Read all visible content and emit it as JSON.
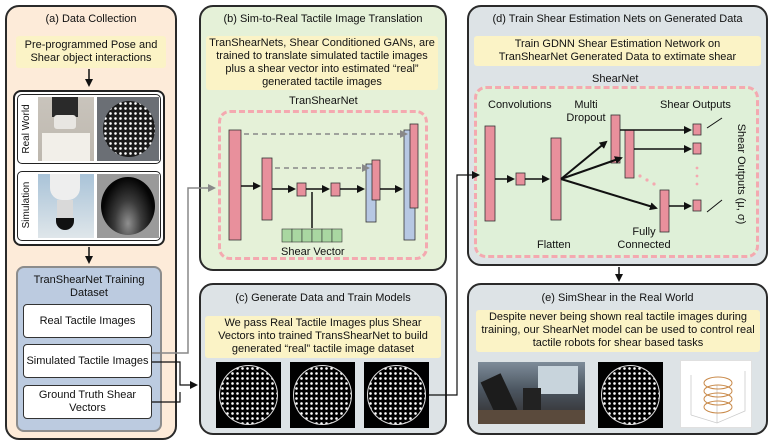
{
  "panel_a": {
    "title": "(a) Data Collection",
    "note": "Pre-programmed Pose and Shear object interactions",
    "real_world_label": "Real World",
    "simulation_label": "Simulation",
    "dataset_title": "TranShearNet Training Dataset",
    "items": [
      "Real Tactile Images",
      "Simulated Tactile Images",
      "Ground Truth Shear Vectors"
    ]
  },
  "panel_b": {
    "title": "(b) Sim-to-Real Tactile Image Translation",
    "note": "TranShearNets, Shear Conditioned GANs, are trained to translate simulated tactile images plus a shear vector into estimated “real” generated tactile images",
    "net_label": "TranShearNet",
    "shear_vector_label": "Shear Vector"
  },
  "panel_c": {
    "title": "(c) Generate Data and Train Models",
    "note": "We pass Real Tactile Images plus Shear Vectors into trained TransShearNet to build generated “real” tactile image dataset"
  },
  "panel_d": {
    "title": "(d) Train Shear Estimation Nets on Generated Data",
    "note": "Train GDNN Shear Estimation Network on TranShearNet Generated Data to extimate shear",
    "net_label": "ShearNet",
    "convolutions": "Convolutions",
    "multi_dropout": "Multi Dropout",
    "shear_outputs": "Shear Outputs",
    "shear_outputs_vertical": "Shear Outputs (μ, σ)",
    "flatten": "Flatten",
    "fully_connected": "Fully Connected"
  },
  "panel_e": {
    "title": "(e) SimShear in the Real World",
    "note": "Despite never being shown real tactile images during training, our ShearNet model can be used to control real tactile robots for shear based tasks"
  },
  "colors": {
    "panel_a_bg": "#fdebd9",
    "panel_b_bg": "#e5f1d8",
    "panel_c_bg": "#dde3e6",
    "panel_d_bg": "#dde3e6",
    "panel_e_bg": "#dde3e6",
    "dataset_bg": "#bccbe0",
    "note_bg": "#fbf3c6",
    "layer_pink": "#e8909c",
    "layer_blue": "#b7c8e3",
    "shear_vector_green": "#a9d7a1",
    "dashed_pink": "#f4a9b0"
  }
}
